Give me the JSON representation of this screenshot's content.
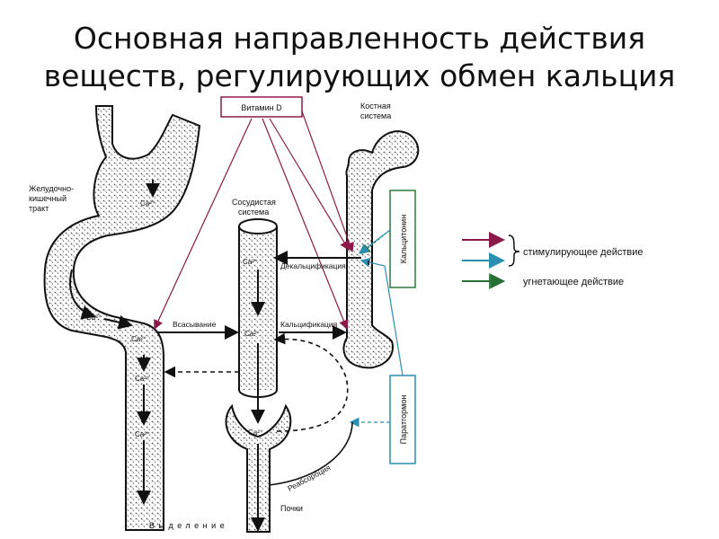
{
  "title": {
    "line1": "Основная направленность действия",
    "line2": "веществ, регулирующих обмен кальция"
  },
  "labels": {
    "vitamin_d": "Витамин D",
    "bone_line1": "Костная",
    "bone_line2": "система",
    "gi_line1": "Желудочно-",
    "gi_line2": "кишечный",
    "gi_line3": "тракт",
    "vascular_line1": "Сосудистая",
    "vascular_line2": "система",
    "calcitonin": "Кальцитонин",
    "parathormone": "Паратгормон",
    "decalcification": "Декальцификация",
    "absorption": "Всасывание",
    "calcification": "Кальцификация",
    "reabsorption": "Реабсорбция",
    "kidneys": "Почки",
    "excretion": "Выделение",
    "ca": "Ca²⁺"
  },
  "legend": {
    "stimulating": "стимулирующее действие",
    "inhibiting": "угнетающее действие"
  },
  "colors": {
    "stimulating_arrow": "#8b1a4a",
    "blue_arrow": "#2a8fb0",
    "inhibiting_arrow": "#2a7a3a",
    "black_arrow": "#111111",
    "stipple": "#555555"
  }
}
